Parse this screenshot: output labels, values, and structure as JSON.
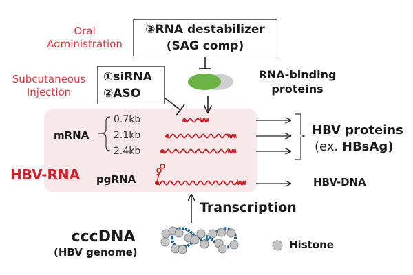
{
  "routes": {
    "oral": [
      "Oral",
      "Administration"
    ],
    "subcutaneous": [
      "Subcutaneous",
      "Injection"
    ]
  },
  "drugs": {
    "destabilizer": [
      "③RNA destabilizer",
      "(SAG comp)"
    ],
    "sirna_aso": [
      "①siRNA",
      "②ASO"
    ]
  },
  "rna_binding_proteins": [
    "RNA-binding",
    "proteins"
  ],
  "hbv_rna": {
    "title": "HBV-RNA",
    "mrna_label": "mRNA",
    "mrna_sizes": [
      "0.7kb",
      "2.1kb",
      "2.4kb"
    ],
    "pgrna_label": "pgRNA"
  },
  "outputs": {
    "proteins": [
      "HBV proteins",
      "(ex. ",
      "HBsAg",
      ")"
    ],
    "dna": "HBV-DNA"
  },
  "transcription": "Transcription",
  "cccdna": {
    "title": "cccDNA",
    "subtitle": "(HBV genome)"
  },
  "legend": {
    "histone": "Histone"
  },
  "colors": {
    "route_text": "#d9383f",
    "hbv_rna_title": "#d0202a",
    "rna_strand": "#c81e28",
    "rna_panel": "#f7e9e9",
    "protein_green": "#6ab344",
    "protein_gray": "#cfcfcf",
    "dna_blue": "#1f5f94",
    "histone_gray": "#c4c4c4"
  }
}
